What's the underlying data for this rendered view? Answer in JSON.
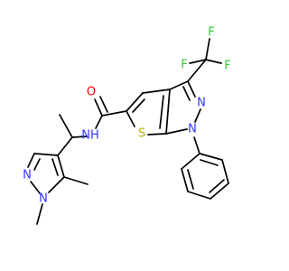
{
  "colors": {
    "bond": "#000000",
    "N": "#3333ff",
    "O": "#ff0000",
    "S": "#b3b300",
    "F": "#33cc33",
    "background": "#ffffff"
  },
  "atoms": {
    "F_top": "F",
    "F_left": "F",
    "F_right": "F",
    "O_amide": "O",
    "NH_amide": "NH",
    "N_pyrazole2": "N",
    "N_pyrazole1": "N",
    "S_thiophene": "S",
    "N_dimethylpyrazole2": "N",
    "N_dimethylpyrazole1": "N"
  }
}
